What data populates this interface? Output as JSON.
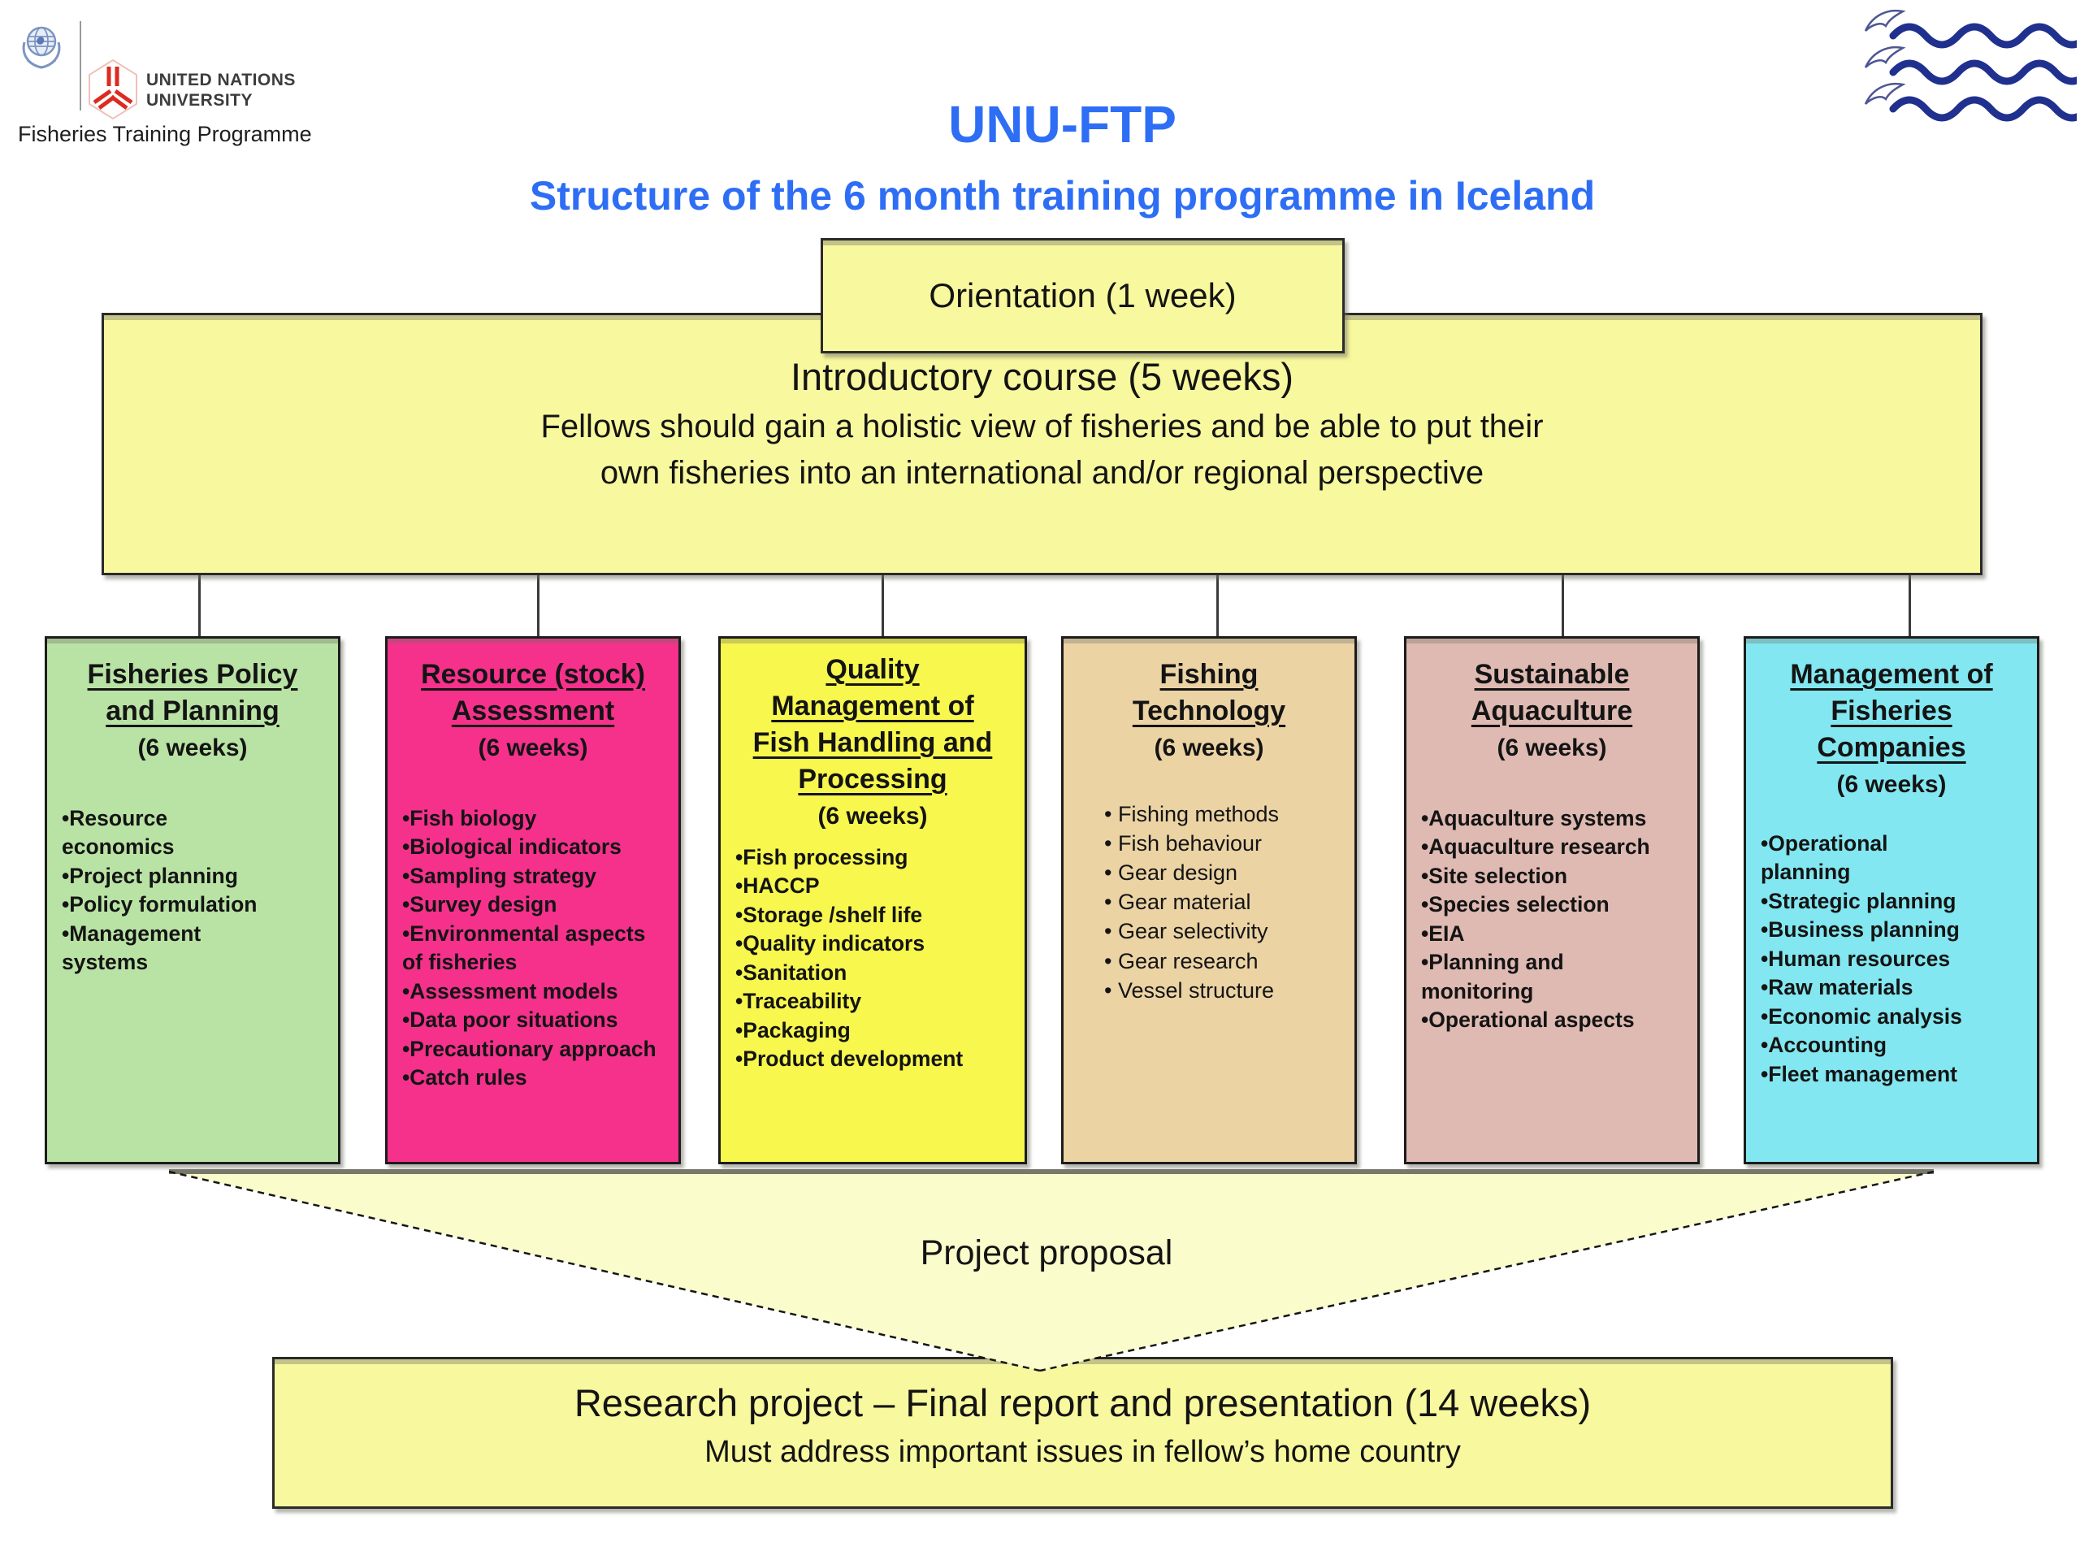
{
  "palette": {
    "title_blue": "#2e6ef5",
    "slide_yellow": "#f8f89e",
    "funnel_yellow": "#fbfccb",
    "wave_navy": "#20308e",
    "unu_red": "#dd2b20",
    "un_blue": "#7d95c2",
    "text_dark": "#141414"
  },
  "header": {
    "org_name_line1": "UNITED NATIONS",
    "org_name_line2": "UNIVERSITY",
    "programme_label": "Fisheries Training Programme",
    "title": "UNU-FTP",
    "subtitle": "Structure of the 6 month training programme in Iceland",
    "icons": {
      "un_emblem": "un-emblem",
      "unu_cube": "unu-university-cube-logo",
      "waves": "three-waves-with-leaping-fish"
    }
  },
  "orientation": {
    "label": "Orientation (1 week)"
  },
  "intro": {
    "title": "Introductory course (5 weeks)",
    "line1": "Fellows should gain a holistic view of fisheries and be able to put their",
    "line2": "own fisheries into an international and/or regional perspective"
  },
  "courses": [
    {
      "id": "fisheries-policy-and-planning",
      "title": "Fisheries Policy\nand Planning",
      "duration": "(6 weeks)",
      "color": "#b9e3a4",
      "items": [
        "•Resource\neconomics",
        "•Project planning",
        "•Policy formulation",
        "•Management\nsystems"
      ]
    },
    {
      "id": "resource-stock-assessment",
      "title": "Resource (stock)\nAssessment",
      "duration": "(6 weeks)",
      "color": "#f5318c",
      "items": [
        "•Fish biology",
        "•Biological indicators",
        "•Sampling strategy",
        "•Survey design",
        "•Environmental aspects\nof fisheries",
        "•Assessment models",
        "•Data poor situations",
        "•Precautionary approach",
        "•Catch rules"
      ]
    },
    {
      "id": "quality-management-of-fish-handling-and-processing",
      "title": "Quality\nManagement of\nFish Handling and\nProcessing",
      "duration": "(6 weeks)",
      "color": "#f7f74e",
      "items": [
        "•Fish processing",
        "•HACCP",
        "•Storage /shelf life",
        "•Quality indicators",
        "•Sanitation",
        "•Traceability",
        "•Packaging",
        "•Product development"
      ]
    },
    {
      "id": "fishing-technology",
      "title": "Fishing\nTechnology",
      "duration": "(6 weeks)",
      "color": "#ebd3a4",
      "items": [
        "• Fishing methods",
        "• Fish behaviour",
        "• Gear design",
        "• Gear material",
        "• Gear selectivity",
        "• Gear research",
        "• Vessel structure"
      ]
    },
    {
      "id": "sustainable-aquaculture",
      "title": "Sustainable\nAquaculture",
      "duration": "(6 weeks)",
      "color": "#dfbab2",
      "items": [
        "•Aquaculture systems",
        "•Aquaculture research",
        "•Site selection",
        "•Species selection",
        "•EIA",
        "•Planning and\nmonitoring",
        "•Operational aspects"
      ]
    },
    {
      "id": "management-of-fisheries-companies",
      "title": "Management of\nFisheries\nCompanies",
      "duration": "(6 weeks)",
      "color": "#82e7f0",
      "items": [
        "•Operational\nplanning",
        "•Strategic planning",
        "•Business planning",
        "•Human resources",
        "•Raw materials",
        "•Economic analysis",
        "•Accounting",
        "•Fleet management"
      ]
    }
  ],
  "proposal": {
    "label": "Project proposal"
  },
  "research": {
    "title": "Research project – Final report and presentation (14 weeks)",
    "subtitle": "Must address important issues in fellow’s home country"
  }
}
